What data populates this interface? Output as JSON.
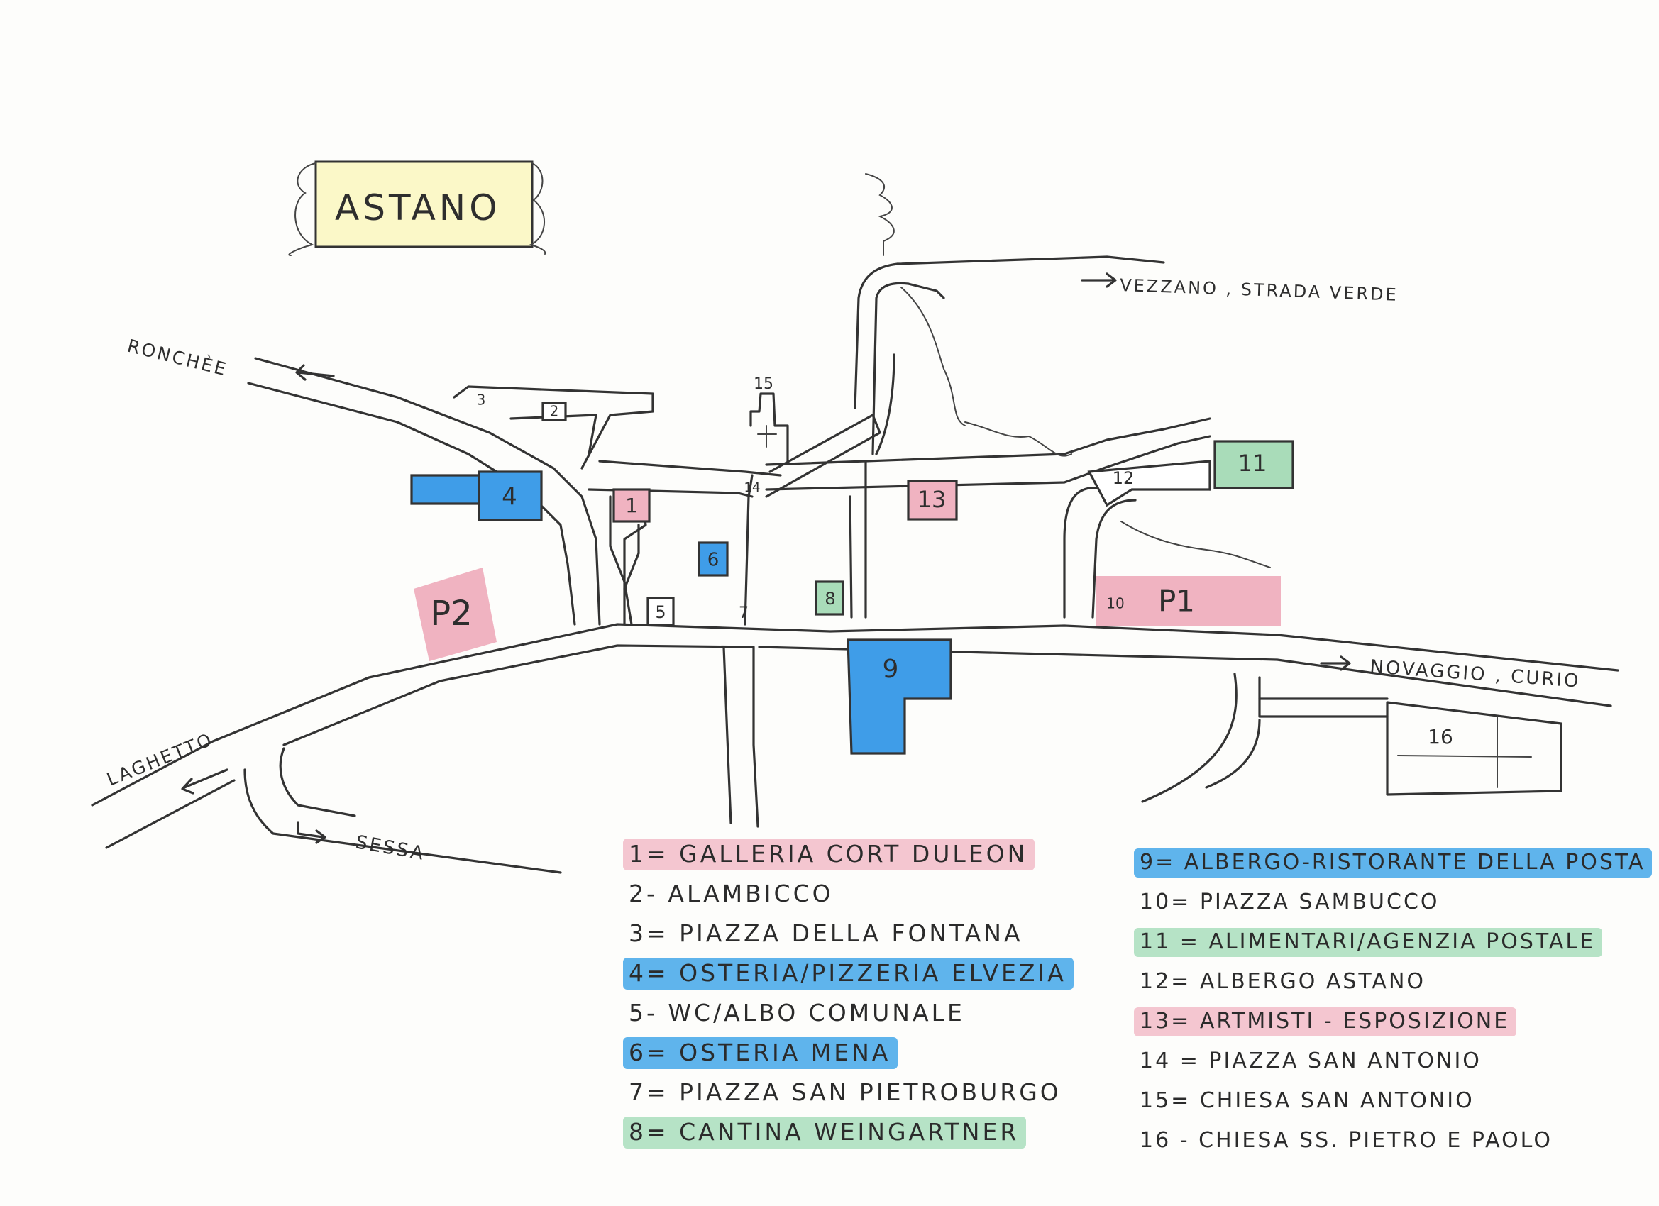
{
  "title": "ASTANO",
  "colors": {
    "pink": "#f0b3c1",
    "blue": "#3f9de8",
    "green": "#a9dcb9",
    "title_bg": "#fbf8c8"
  },
  "places": {
    "ronchee": "RONCHÈE",
    "vezzano": "VEZZANO , STRADA VERDE",
    "novaggio": "NOVAGGIO , CURIO",
    "laghetto": "LAGHETTO",
    "sessa": "SESSA"
  },
  "markers": {
    "m1": "1",
    "m2": "2",
    "m3": "3",
    "m4": "4",
    "m5": "5",
    "m6": "6",
    "m7": "7",
    "m8": "8",
    "m9": "9",
    "m10": "10",
    "m11": "11",
    "m12": "12",
    "m13": "13",
    "m14": "14",
    "m15": "15",
    "m16": "16",
    "p1": "P1",
    "p2": "P2"
  },
  "legend_left": [
    {
      "text": "1= GALLERIA CORT DULEON",
      "color": "pink"
    },
    {
      "text": "2- ALAMBICCO",
      "color": ""
    },
    {
      "text": "3= PIAZZA DELLA FONTANA",
      "color": ""
    },
    {
      "text": "4= OSTERIA/PIZZERIA ELVEZIA",
      "color": "blue"
    },
    {
      "text": "5- WC/ALBO COMUNALE",
      "color": ""
    },
    {
      "text": "6= OSTERIA MENA",
      "color": "blue"
    },
    {
      "text": "7= PIAZZA SAN PIETROBURGO",
      "color": ""
    },
    {
      "text": "8= CANTINA WEINGARTNER",
      "color": "green"
    }
  ],
  "legend_right": [
    {
      "text": "9= ALBERGO-RISTORANTE DELLA POSTA",
      "color": "blue"
    },
    {
      "text": "10= PIAZZA SAMBUCCO",
      "color": ""
    },
    {
      "text": "11 = ALIMENTARI/AGENZIA POSTALE",
      "color": "green"
    },
    {
      "text": "12= ALBERGO ASTANO",
      "color": ""
    },
    {
      "text": "13= ARTMISTI - ESPOSIZIONE",
      "color": "pink"
    },
    {
      "text": "14 = PIAZZA SAN ANTONIO",
      "color": ""
    },
    {
      "text": "15= CHIESA SAN ANTONIO",
      "color": ""
    },
    {
      "text": "16 - CHIESA SS. PIETRO E PAOLO",
      "color": ""
    }
  ]
}
